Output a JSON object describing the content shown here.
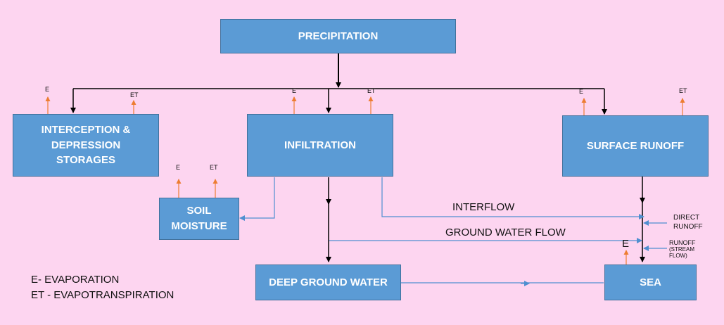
{
  "nodes": {
    "precipitation": "PRECIPITATION",
    "interception": "INTERCEPTION & DEPRESSION STORAGES",
    "infiltration": "INFILTRATION",
    "surface_runoff": "SURFACE RUNOFF",
    "soil_moisture": "SOIL MOISTURE",
    "deep_ground_water": "DEEP GROUND WATER",
    "sea": "SEA"
  },
  "flows": {
    "interflow": "INTERFLOW",
    "ground_water_flow": "GROUND WATER FLOW",
    "direct_runoff": "DIRECT RUNOFF",
    "runoff": "RUNOFF",
    "stream_flow": "(STREAM FLOW)"
  },
  "tags": {
    "e": "E",
    "et": "ET"
  },
  "legend": {
    "e": "E- EVAPORATION",
    "et": "ET - EVAPOTRANSPIRATION"
  },
  "colors": {
    "box_fill": "#5b9bd5",
    "box_border": "#41719c",
    "background": "#fdd5f0",
    "main_arrow": "#000000",
    "blue_arrow": "#4f8fd0",
    "evap_arrow": "#ed7d31"
  }
}
